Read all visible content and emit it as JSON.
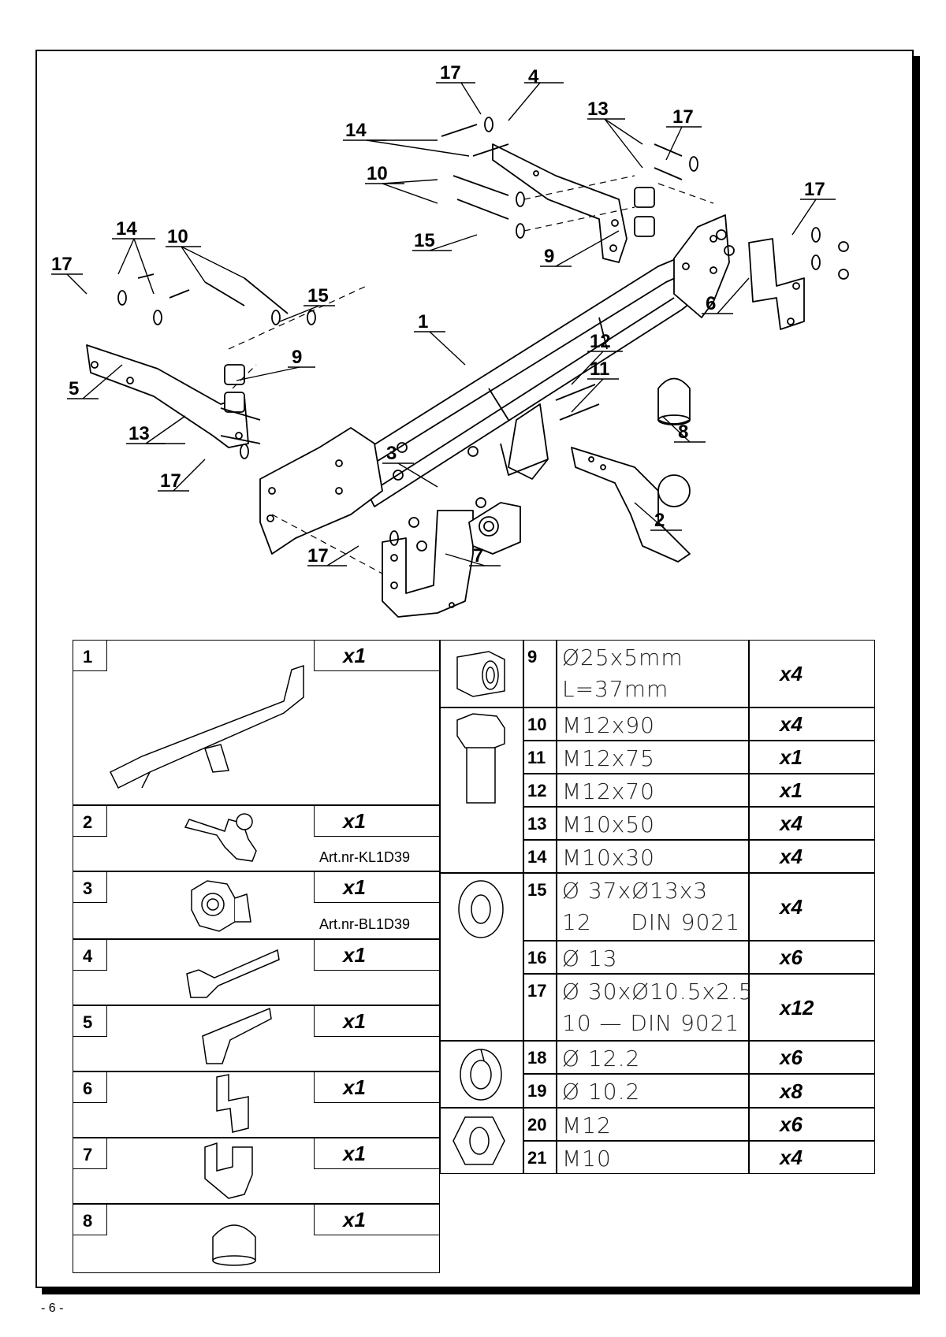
{
  "callouts": {
    "c17a": "17",
    "c4": "4",
    "c14a": "14",
    "c13a": "13",
    "c17b": "17",
    "c10a": "10",
    "c17c": "17",
    "c15a": "15",
    "c9a": "9",
    "c6": "6",
    "c14b": "14",
    "c10b": "10",
    "c17d": "17",
    "c15b": "15",
    "c1": "1",
    "c9b": "9",
    "c5": "5",
    "c12": "12",
    "c11": "11",
    "c8": "8",
    "c13b": "13",
    "c3": "3",
    "c17e": "17",
    "c2": "2",
    "c17f": "17",
    "c7": "7"
  },
  "left_parts": [
    {
      "num": "1",
      "qty": "x1",
      "art": ""
    },
    {
      "num": "2",
      "qty": "x1",
      "art": "Art.nr-KL1D39"
    },
    {
      "num": "3",
      "qty": "x1",
      "art": "Art.nr-BL1D39"
    },
    {
      "num": "4",
      "qty": "x1",
      "art": ""
    },
    {
      "num": "5",
      "qty": "x1",
      "art": ""
    },
    {
      "num": "6",
      "qty": "x1",
      "art": ""
    },
    {
      "num": "7",
      "qty": "x1",
      "art": ""
    },
    {
      "num": "8",
      "qty": "x1",
      "art": ""
    }
  ],
  "right_parts": [
    {
      "num": "9",
      "spec": "Ø25x5mm",
      "spec2": "L=37mm",
      "qty": "x4"
    },
    {
      "num": "10",
      "spec": "M12x90",
      "spec2": "",
      "qty": "x4"
    },
    {
      "num": "11",
      "spec": "M12x75",
      "spec2": "",
      "qty": "x1"
    },
    {
      "num": "12",
      "spec": "M12x70",
      "spec2": "",
      "qty": "x1"
    },
    {
      "num": "13",
      "spec": "M10x50",
      "spec2": "",
      "qty": "x4"
    },
    {
      "num": "14",
      "spec": "M10x30",
      "spec2": "",
      "qty": "x4"
    },
    {
      "num": "15",
      "spec": "Ø 37xØ13x3",
      "spec2": "12     DIN 9021",
      "qty": "x4"
    },
    {
      "num": "16",
      "spec": "Ø 13",
      "spec2": "",
      "qty": "x6"
    },
    {
      "num": "17",
      "spec": "Ø 30xØ10.5x2.5",
      "spec2": "10 — DIN 9021",
      "qty": "x12"
    },
    {
      "num": "18",
      "spec": "Ø 12.2",
      "spec2": "",
      "qty": "x6"
    },
    {
      "num": "19",
      "spec": "Ø 10.2",
      "spec2": "",
      "qty": "x8"
    },
    {
      "num": "20",
      "spec": "M12",
      "spec2": "",
      "qty": "x6"
    },
    {
      "num": "21",
      "spec": "M10",
      "spec2": "",
      "qty": "x4"
    }
  ],
  "footer": {
    "page": "- 6 -"
  }
}
